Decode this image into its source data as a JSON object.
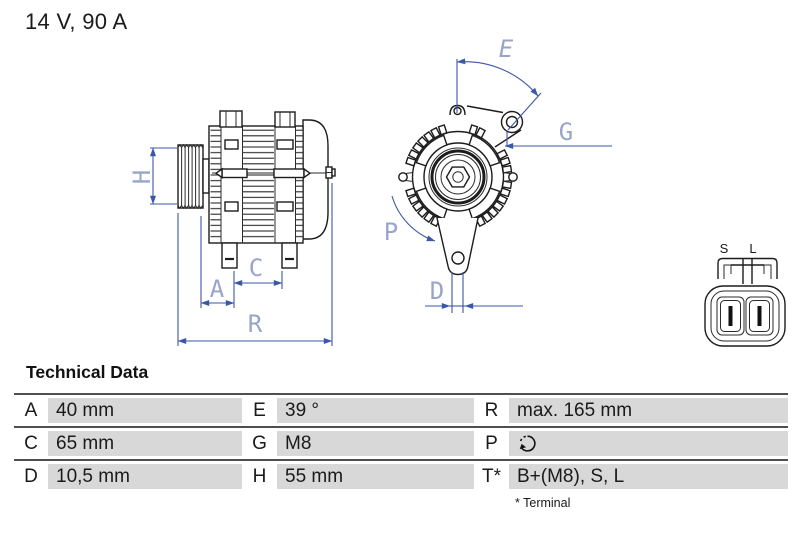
{
  "product": {
    "title": "14 V, 90 A"
  },
  "drawing": {
    "dimension_labels": {
      "H": "H",
      "A": "A",
      "C": "C",
      "R": "R",
      "E": "E",
      "G": "G",
      "P": "P",
      "D": "D"
    },
    "connector_labels": {
      "S": "S",
      "L": "L"
    },
    "colors": {
      "dimension_line": "#3b57a8",
      "dimension_label": "#98a4c8",
      "outline": "#1c1c1c"
    }
  },
  "technical_data": {
    "heading": "Technical Data",
    "rows": [
      [
        {
          "key": "A",
          "value": "40 mm"
        },
        {
          "key": "E",
          "value": "39 °"
        },
        {
          "key": "R",
          "value": "max. 165 mm"
        }
      ],
      [
        {
          "key": "C",
          "value": "65 mm"
        },
        {
          "key": "G",
          "value": "M8"
        },
        {
          "key": "P",
          "value": "",
          "icon": "rotation-direction-icon"
        }
      ],
      [
        {
          "key": "D",
          "value": "10,5 mm"
        },
        {
          "key": "H",
          "value": "55 mm"
        },
        {
          "key": "T*",
          "value": "B+(M8), S, L"
        }
      ]
    ],
    "footnote": "* Terminal",
    "value_cell_bg": "#d8d8d8"
  }
}
